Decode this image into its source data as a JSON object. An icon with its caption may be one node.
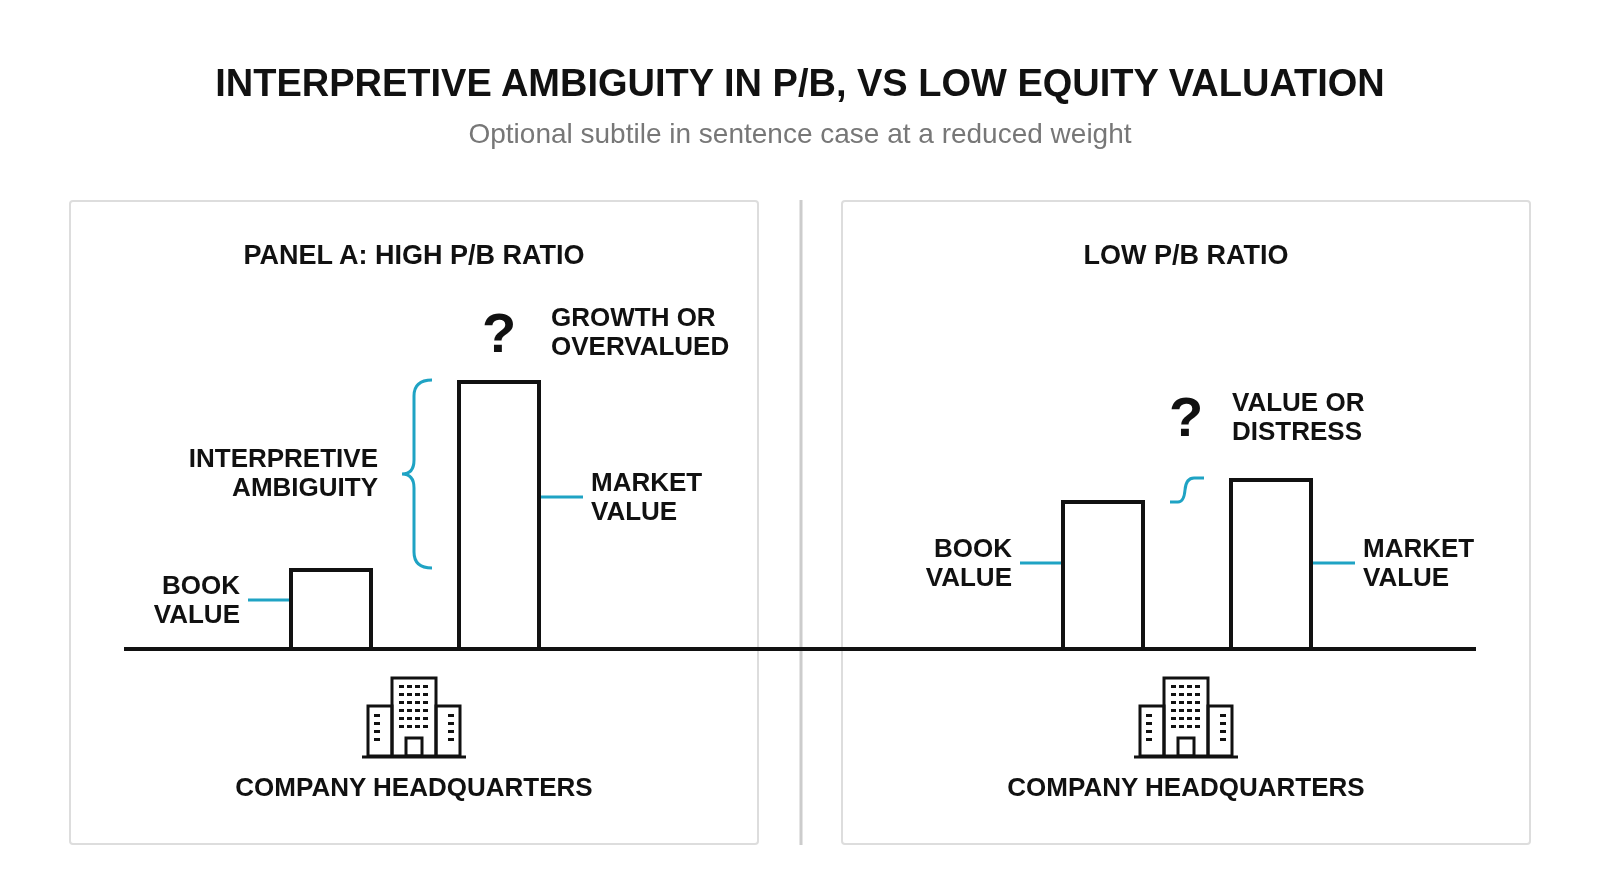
{
  "diagram": {
    "title": "INTERPRETIVE AMBIGUITY IN P/B, VS LOW EQUITY VALUATION",
    "nodes": [
      {
        "text": [
          "PANEL A: HIGH P/B RATIO"
        ]
      },
      {
        "text": [
          "?"
        ],
        "in": 0
      },
      {
        "text": [
          "GROWTH OR OVERVALUED"
        ],
        "in": 0
      },
      {
        "text": [
          "INTERPRETIVE AMBIGUITY"
        ],
        "in": 0
      },
      {
        "text": [],
        "shape": "bar",
        "in": 0
      },
      {
        "text": [],
        "shape": "bar",
        "in": 0
      },
      {
        "text": [
          "BOOK VALUE"
        ],
        "in": 0
      },
      {
        "text": [
          "MARKET VALUE"
        ],
        "in": 0
      },
      {
        "text": [
          "COMPANY HEADQUARTERS"
        ],
        "in": 0
      },
      {
        "text": [
          "LOW P/B RATIO"
        ]
      },
      {
        "text": [
          "?"
        ],
        "in": 9
      },
      {
        "text": [
          "VALUE OR DISTRESS"
        ],
        "in": 9
      },
      {
        "text": [],
        "shape": "bar",
        "in": 9
      },
      {
        "text": [],
        "shape": "bar",
        "in": 9
      },
      {
        "text": [
          "BOOK VALUE"
        ],
        "in": 9
      },
      {
        "text": [
          "MARKET VALUE"
        ],
        "in": 9
      },
      {
        "text": [
          "COMPANY HEADQUARTERS"
        ],
        "in": 9
      }
    ],
    "edges": [
      {
        "from": 6,
        "to": 4,
        "arrow": "none",
        "color": "#1fa3c4"
      },
      {
        "from": 7,
        "to": 5,
        "arrow": "none",
        "color": "#1fa3c4"
      },
      {
        "from": 14,
        "to": 12,
        "arrow": "none",
        "color": "#1fa3c4"
      },
      {
        "from": 15,
        "to": 13,
        "arrow": "none",
        "color": "#1fa3c4"
      }
    ],
    "labels": [
      "Optional subtile in sentence case at a reduced weight"
    ]
  }
}
